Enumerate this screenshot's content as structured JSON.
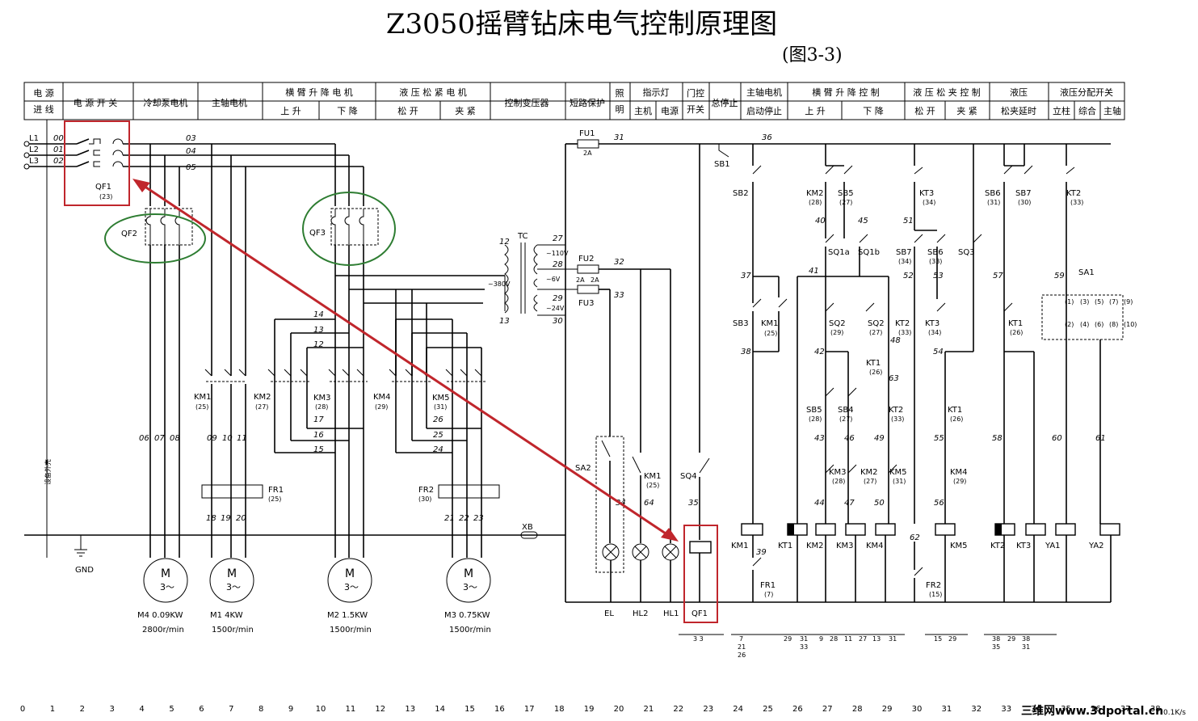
{
  "title": "Z3050摇臂钻床电气控制原理图",
  "subtitle": "(图3-3)",
  "header_row1": [
    "电 源",
    "电 源 开 关",
    "冷却泵电机",
    "主轴电机",
    "横 臂 升 降 电 机",
    "液 压 松 紧 电 机",
    "控制变压器",
    "短路保护",
    "照",
    "指示灯",
    "门控",
    "总停止",
    "主轴电机",
    "横 臂 升 降 控 制",
    "液 压 松 夹 控 制",
    "液压",
    "液压分配开关"
  ],
  "header_row2": [
    "进 线",
    "上    升",
    "下    降",
    "松    开",
    "夹    紧",
    "明",
    "主机",
    "电源",
    "开关",
    "启动停止",
    "上    升",
    "下    降",
    "松    开",
    "夹    紧",
    "松夹延时",
    "立柱",
    "综合",
    "主轴"
  ],
  "components": {
    "lines": [
      "L1",
      "L2",
      "L3"
    ],
    "line_wires": [
      "00",
      "01",
      "02"
    ],
    "qf1": "QF1",
    "qf1_ref": "(23)",
    "qf2": "QF2",
    "qf3": "QF3",
    "tc": "TC",
    "fu1": "FU1",
    "fu1_rating": "2A",
    "fu2": "FU2",
    "fu3": "FU3",
    "fu23_rating": "2A",
    "v110": "~110V",
    "v6": "~6V",
    "v24": "~24V",
    "v380": "~380V",
    "km1": "KM1",
    "km1_ref": "(25)",
    "km2": "KM2",
    "km2_ref": "(27)",
    "km3": "KM3",
    "km3_ref": "(28)",
    "km4": "KM4",
    "km4_ref": "(29)",
    "km5": "KM5",
    "km5_ref": "(31)",
    "fr1": "FR1",
    "fr1_ref": "(25)",
    "fr2": "FR2",
    "fr2_ref": "(30)",
    "xb": "XB",
    "gnd": "GND",
    "ground_line": "设备外壳",
    "sa2": "SA2",
    "el": "EL",
    "hl1": "HL1",
    "hl2": "HL2",
    "sq4": "SQ4",
    "sb1": "SB1",
    "sb2": "SB2",
    "sb3": "SB3",
    "coil_labels": [
      "KM1",
      "KT1",
      "KM2",
      "KM3",
      "KM4",
      "KM5",
      "KT2",
      "KT3",
      "YA1",
      "YA2"
    ],
    "qf1_coil": "QF1",
    "sa1": "SA1",
    "fr1_b": "FR1",
    "fr1_b_ref": "(7)",
    "fr2_b": "FR2",
    "fr2_b_ref": "(15)"
  },
  "motors": [
    {
      "id": "M4",
      "power": "M4  0.09KW",
      "speed": "2800r/min"
    },
    {
      "id": "M1",
      "power": "M1    4KW",
      "speed": "1500r/min"
    },
    {
      "id": "M2",
      "power": "M2  1.5KW",
      "speed": "1500r/min"
    },
    {
      "id": "M3",
      "power": "M3  0.75KW",
      "speed": "1500r/min"
    }
  ],
  "motor_symbol": "M",
  "motor_phase": "3～",
  "axis_numbers": [
    "0",
    "1",
    "2",
    "3",
    "4",
    "5",
    "6",
    "7",
    "8",
    "9",
    "10",
    "11",
    "12",
    "13",
    "14",
    "15",
    "16",
    "17",
    "18",
    "19",
    "20",
    "21",
    "22",
    "23",
    "24",
    "25",
    "26",
    "27",
    "28",
    "29",
    "30",
    "31",
    "32",
    "33",
    "34",
    "35",
    "36",
    "37",
    "38"
  ],
  "watermark": "三维网www.3dportal.cn",
  "corner_text": "0.1K/s",
  "colors": {
    "annotation": "#c0262c",
    "circle": "#2e7d32"
  }
}
